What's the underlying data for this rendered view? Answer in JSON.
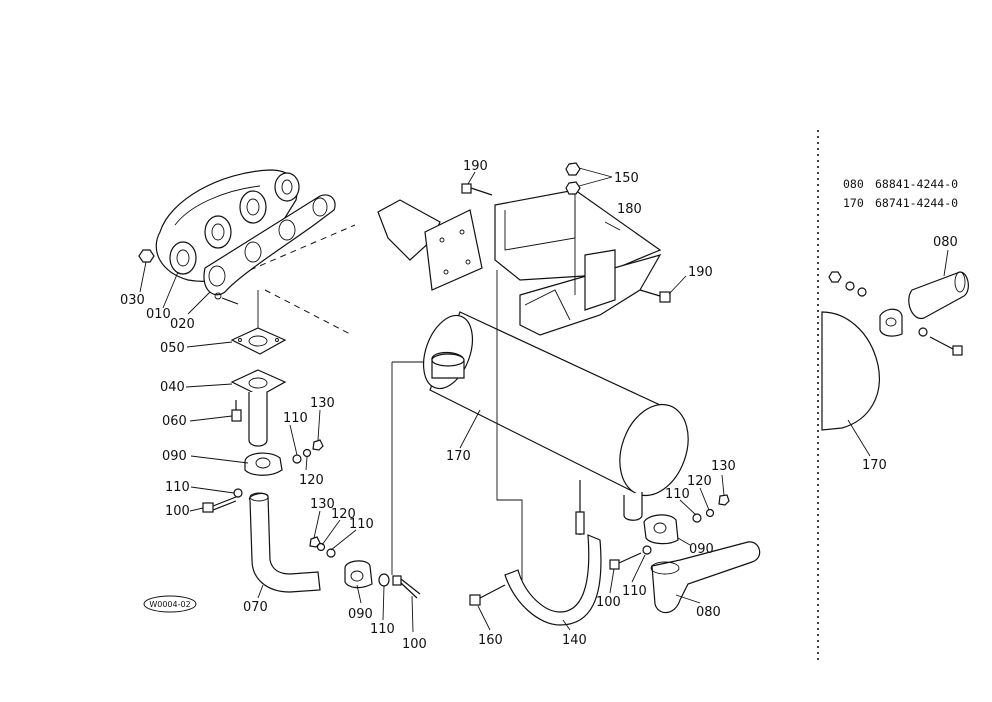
{
  "reference_code": "W0004-02",
  "parts_list": [
    {
      "ref": "080",
      "part_no": "68841-4244-0"
    },
    {
      "ref": "170",
      "part_no": "68741-4244-0"
    }
  ],
  "callouts": {
    "c010": "010",
    "c020": "020",
    "c030": "030",
    "c040": "040",
    "c050": "050",
    "c060": "060",
    "c070": "070",
    "c090a": "090",
    "c090b": "090",
    "c090c": "090",
    "c100a": "100",
    "c100b": "100",
    "c100c": "100",
    "c110a": "110",
    "c110b": "110",
    "c110c": "110",
    "c110d": "110",
    "c110e": "110",
    "c120a": "120",
    "c120b": "120",
    "c120c": "120",
    "c130a": "130",
    "c130b": "130",
    "c130c": "130",
    "c140": "140",
    "c150": "150",
    "c160": "160",
    "c170a": "170",
    "c170b": "170",
    "c180": "180",
    "c190a": "190",
    "c190b": "190",
    "c080a": "080",
    "c080b": "080"
  }
}
